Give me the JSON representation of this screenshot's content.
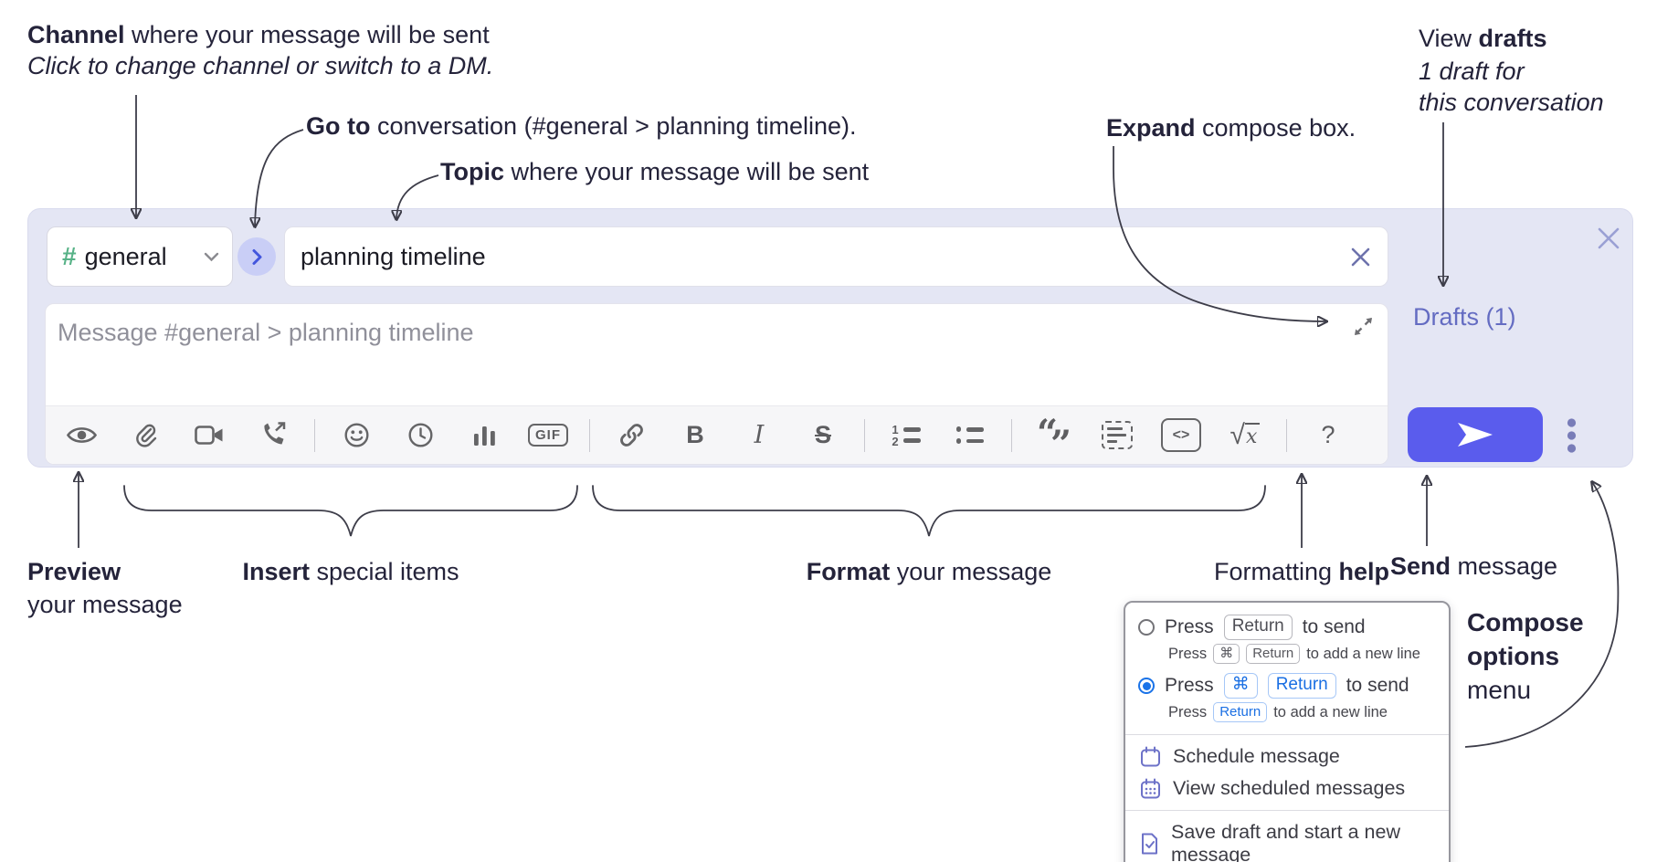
{
  "annotations": {
    "channel": {
      "lead": "Channel",
      "rest": " where your message will be sent",
      "sub": "Click to change channel or switch to a DM."
    },
    "go_to": {
      "lead": "Go to",
      "rest": " conversation (#general > planning timeline)."
    },
    "topic": {
      "lead": "Topic",
      "rest": " where your message will be sent"
    },
    "expand": {
      "lead": "Expand",
      "rest": " compose box."
    },
    "view_drafts": {
      "pre": "View ",
      "lead": "drafts",
      "sub1": "1 draft for",
      "sub2": "this conversation"
    },
    "preview": {
      "lead": "Preview",
      "sub": "your message"
    },
    "insert": {
      "lead": "Insert",
      "rest": " special items"
    },
    "format": {
      "lead": "Format",
      "rest": " your message"
    },
    "formatting_help": {
      "pre": "Formatting ",
      "lead": "help"
    },
    "send": {
      "lead": "Send",
      "rest": " message"
    },
    "compose_options": {
      "line1": "Compose",
      "line2": "options",
      "line3": "menu"
    }
  },
  "composer": {
    "channel": {
      "hash": "#",
      "name": "general"
    },
    "topic_value": "planning timeline",
    "message_placeholder": "Message #general > planning timeline",
    "drafts_label": "Drafts (1)",
    "toolbar": {
      "gif": "GIF",
      "bold": "B",
      "italic": "I",
      "strike": "S",
      "ol1": "1",
      "ol2": "2",
      "quote_open": "“",
      "quote_close": "”",
      "code": "<>",
      "sqrt": "√",
      "var": "x",
      "help": "?"
    }
  },
  "compose_menu": {
    "option_return": {
      "press": "Press",
      "key_return": "Return",
      "to_send": "to send",
      "sub_press": "Press",
      "sub_key_cmd": "⌘",
      "sub_key_return": "Return",
      "sub_rest": "to add a new line"
    },
    "option_cmd_return": {
      "press": "Press",
      "key_cmd": "⌘",
      "key_return": "Return",
      "to_send": "to send",
      "sub_press": "Press",
      "sub_key_return": "Return",
      "sub_rest": "to add a new line"
    },
    "items": [
      {
        "label": "Schedule message"
      },
      {
        "label": "View scheduled messages"
      },
      {
        "label": "Save draft and start a new message"
      }
    ]
  },
  "colors": {
    "panel_bg": "#e4e6f4",
    "send_button": "#5a5ced",
    "drafts_link": "#646cc2",
    "hash_green": "#57b287",
    "circle_button_bg": "#c9cef6",
    "circle_chevron": "#4356dd",
    "radio_selected": "#1a73e8",
    "menu_icon_purple": "#6d72c8",
    "toolbar_icon": "#656567"
  }
}
